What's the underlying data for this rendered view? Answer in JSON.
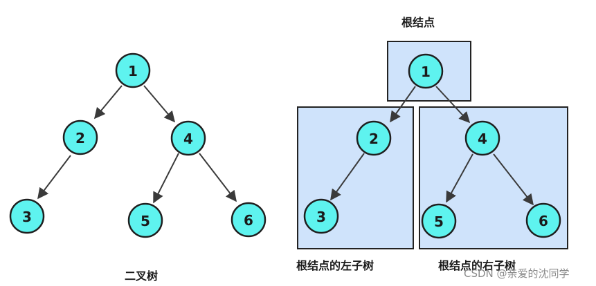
{
  "left_tree": {
    "caption": "二叉树",
    "nodes": {
      "n1": "1",
      "n2": "2",
      "n3": "3",
      "n4": "4",
      "n5": "5",
      "n6": "6"
    }
  },
  "right_tree": {
    "root_label": "根结点",
    "left_subtree_label": "根结点的左子树",
    "right_subtree_label": "根结点的右子树",
    "nodes": {
      "n1": "1",
      "n2": "2",
      "n3": "3",
      "n4": "4",
      "n5": "5",
      "n6": "6"
    }
  },
  "colors": {
    "node_fill": "#5ef3ef",
    "box_fill": "#cfe3fb",
    "outline": "#1f1f1f"
  },
  "watermark": "CSDN @亲爱的沈同学"
}
